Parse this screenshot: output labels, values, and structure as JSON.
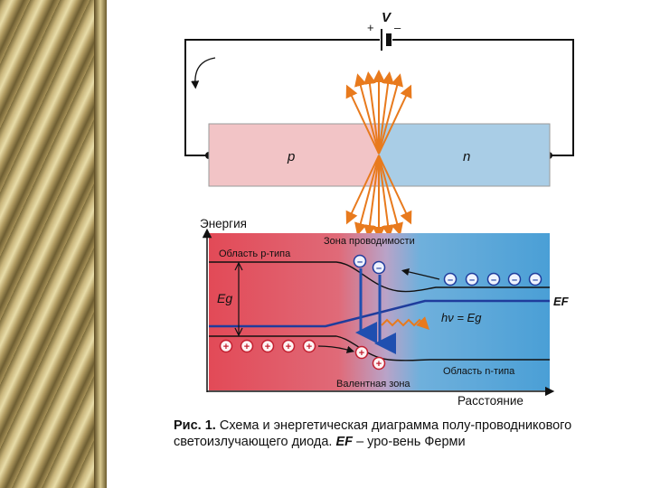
{
  "circuit": {
    "voltage_label": "V",
    "plus_sign": "+",
    "minus_sign": "–",
    "p_label": "p",
    "n_label": "n"
  },
  "band_diagram": {
    "y_axis_label": "Энергия",
    "x_axis_label": "Расстояние",
    "conduction_band_label": "Зона проводимости",
    "valence_band_label": "Валентная зона",
    "p_region_label": "Область p-типа",
    "n_region_label": "Область n-типа",
    "gap_label": "Eg",
    "fermi_label": "EF",
    "photon_label": "hν = Eg",
    "electron_sign": "–",
    "hole_sign": "+"
  },
  "caption": {
    "fig_label": "Рис. 1.",
    "text_part1": "Схема и энергетическая диаграмма полу-проводникового светоизлучающего диода.",
    "symbol": "EF",
    "text_part2": "– уро-вень Ферми"
  },
  "colors": {
    "p_region": "#f2c4c6",
    "n_region": "#a9cde6",
    "band_red": "#e34d59",
    "band_blue": "#4aa0d8",
    "fermi_line": "#1f3c9c",
    "photon": "#e87a1d"
  }
}
